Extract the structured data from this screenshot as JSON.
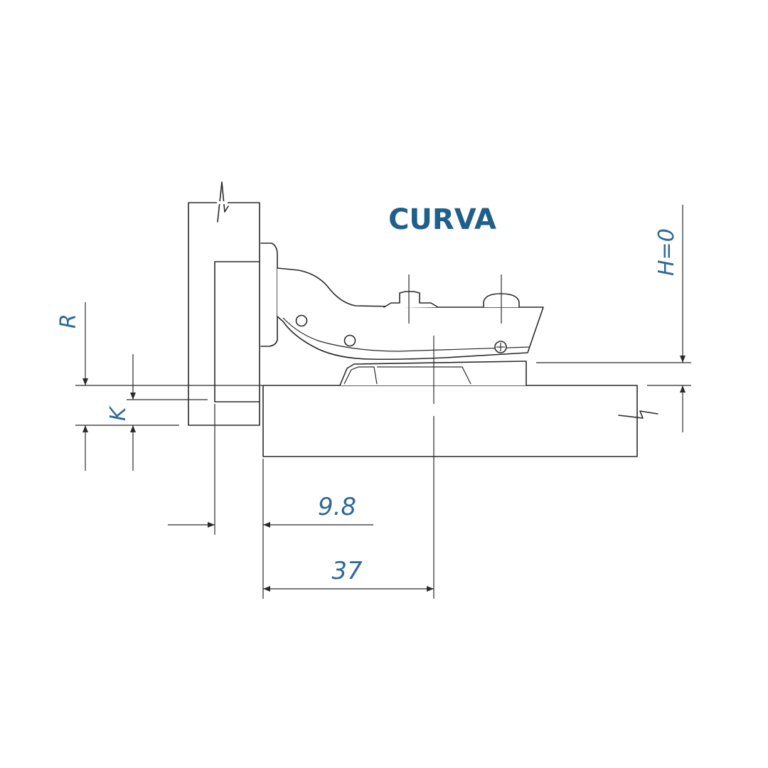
{
  "diagram": {
    "title": "CURVA",
    "labels": {
      "r": "R",
      "k": "K",
      "h": "H=0",
      "dim_small": "9.8",
      "dim_large": "37"
    },
    "colors": {
      "label": "#2e6a95",
      "title": "#1f5f8b",
      "line": "#2a2a2a"
    }
  }
}
